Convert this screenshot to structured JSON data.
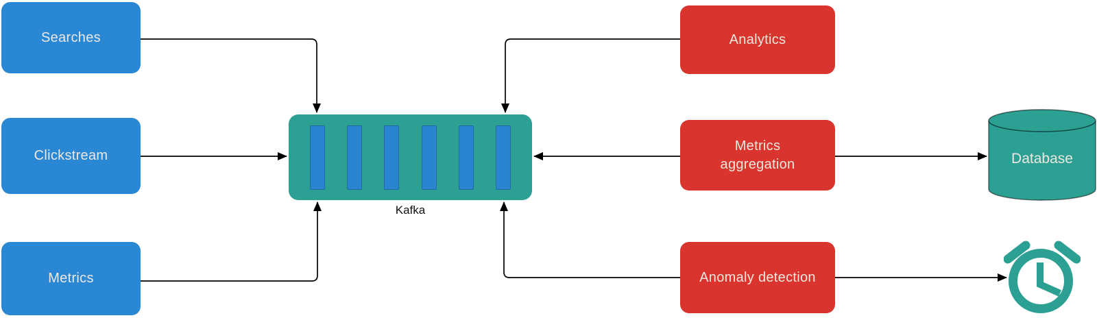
{
  "diagram": {
    "nodes": {
      "producers": [
        {
          "id": "searches",
          "label": "Searches"
        },
        {
          "id": "clickstream",
          "label": "Clickstream"
        },
        {
          "id": "metrics",
          "label": "Metrics"
        }
      ],
      "broker": {
        "id": "kafka",
        "label": "Kafka",
        "partitions": 6
      },
      "consumers": [
        {
          "id": "analytics",
          "label": "Analytics"
        },
        {
          "id": "metrics-aggregation",
          "label": "Metrics aggregation"
        },
        {
          "id": "anomaly-detection",
          "label": "Anomaly detection"
        }
      ],
      "sinks": [
        {
          "id": "database",
          "label": "Database",
          "icon": "database-cylinder-icon"
        },
        {
          "id": "alarm-clock",
          "label": "",
          "icon": "alarm-clock-icon"
        }
      ]
    },
    "edges": [
      {
        "from": "searches",
        "to": "kafka"
      },
      {
        "from": "clickstream",
        "to": "kafka"
      },
      {
        "from": "metrics",
        "to": "kafka"
      },
      {
        "from": "analytics",
        "to": "kafka"
      },
      {
        "from": "metrics-aggregation",
        "to": "kafka"
      },
      {
        "from": "metrics-aggregation",
        "to": "database"
      },
      {
        "from": "anomaly-detection",
        "to": "kafka"
      },
      {
        "from": "anomaly-detection",
        "to": "alarm-clock"
      }
    ],
    "colors": {
      "producer_blue": "#2a87d3",
      "consumer_red": "#d9342d",
      "teal": "#2ba093",
      "partition_blue": "#2a85d0",
      "label_text": "#ece8df",
      "kafka_label_text": "#111111",
      "arrow": "#000000",
      "background": "#ffffff"
    }
  }
}
